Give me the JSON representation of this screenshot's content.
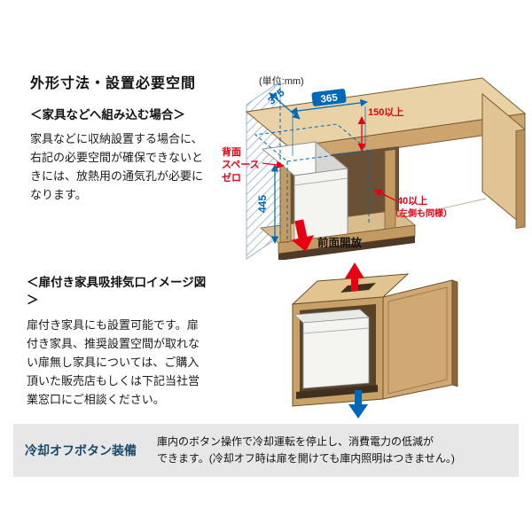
{
  "section1": {
    "title": "外形寸法・設置必要空間",
    "subtitle": "＜家具などへ組み込む場合＞",
    "body": "家具などに収納設置する場合に、右記の必要空間が確保できないときには、放熱用の通気孔が必要になります。"
  },
  "diagram1": {
    "unit": "(単位:mm)",
    "dim_depth": "375",
    "dim_width": "365",
    "dim_top_clearance": "150以上",
    "dim_height": "445",
    "dim_side_clearance": "40以上",
    "dim_side_note": "（左側も同様）",
    "label_back_lines": [
      "背面",
      "スペース",
      "ゼロ"
    ],
    "label_front": "前面開放"
  },
  "section2": {
    "title": "＜扉付き家具吸排気口イメージ図＞",
    "body": "扉付き家具にも設置可能です。扉付き家具、推奨設置空間が取れない扉無し家具については、ご購入頂いた販売店もしくは下記当社営業窓口にご相談ください。"
  },
  "footer": {
    "label": "冷却オフボタン装備",
    "body_lines": [
      "庫内のボタン操作で冷却運転を停止し、消費電力の低減が",
      "できます。(冷却オフ時は扉を開けても庫内照明はつきません。)"
    ]
  },
  "colors": {
    "dimension_blue": "#0068b7",
    "alert_red": "#e60012",
    "wood_tan": "#c9a066",
    "note_label_navy": "#1b4a6b",
    "note_background": "#e7e7e8"
  }
}
